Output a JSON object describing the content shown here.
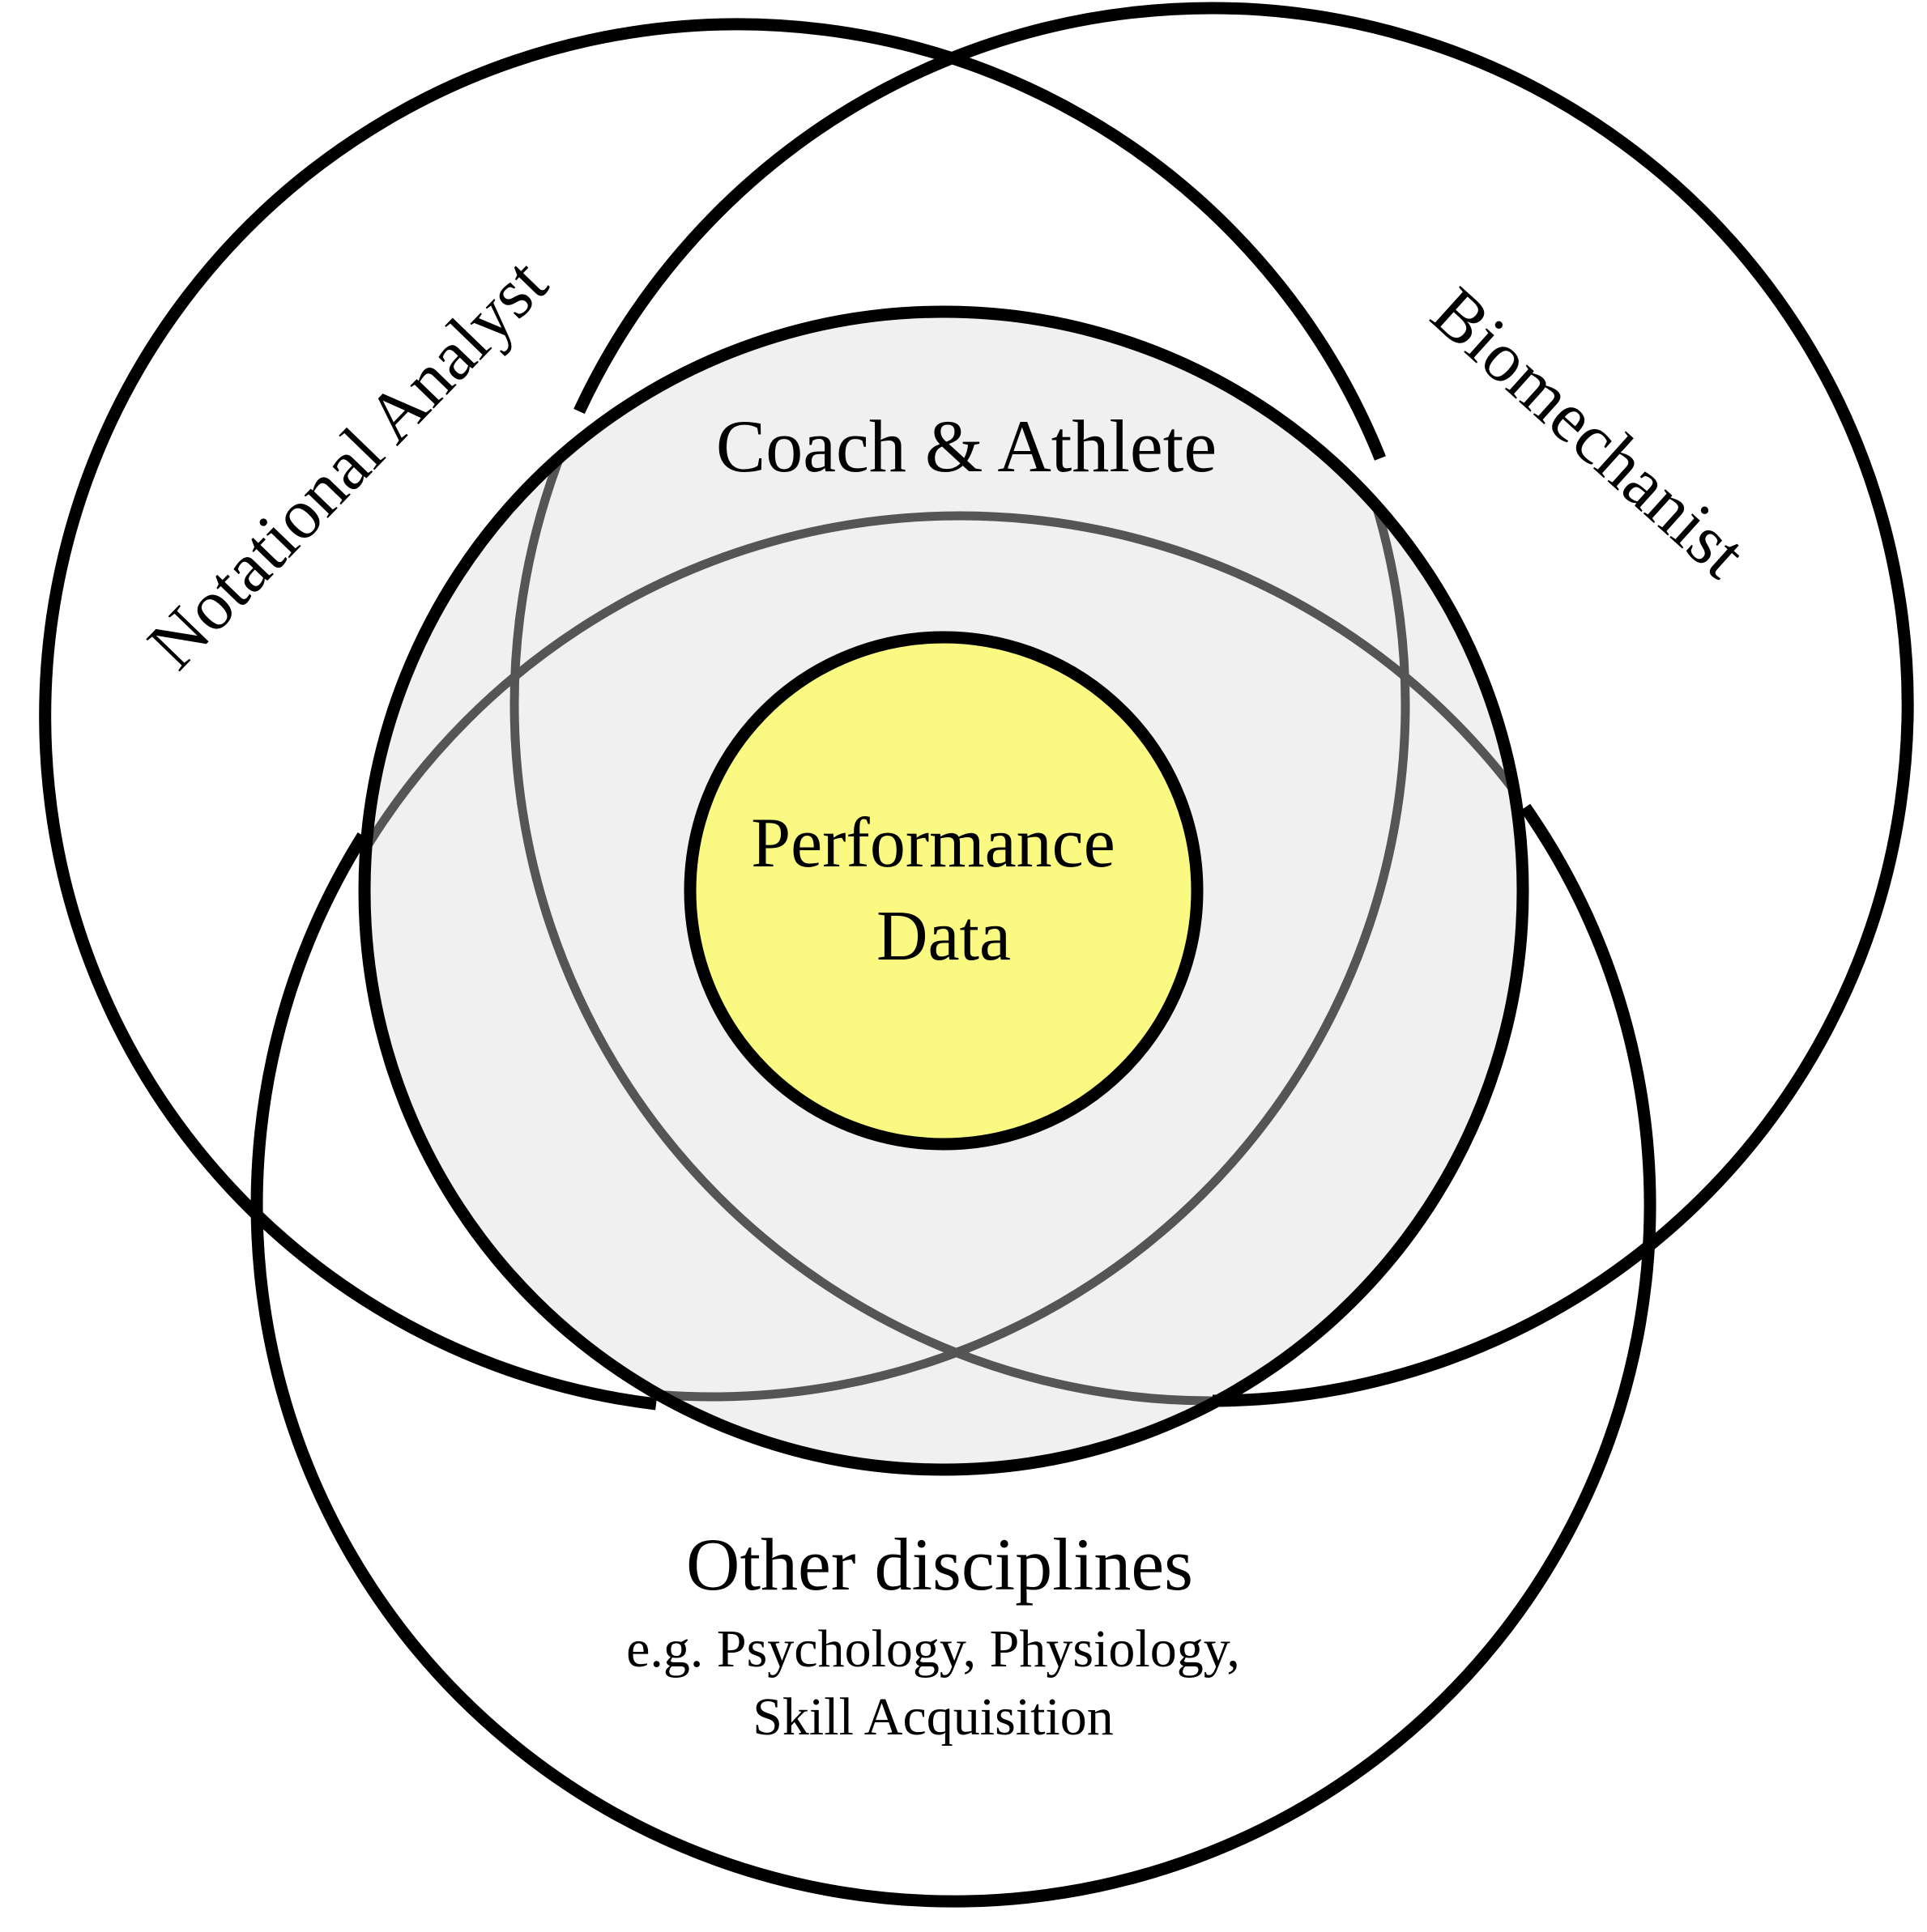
{
  "colors": {
    "background": "#ffffff",
    "outline": "#000000",
    "inner_overlap_outline": "#555555",
    "coach_athlete_fill": "#f0f0f0",
    "performance_data_fill": "#fafa82"
  },
  "labels": {
    "notational_analyst": "Notational Analyst",
    "biomechanist": "Biomechanist",
    "coach_athlete": "Coach & Athlete",
    "performance_data_line1": "Performance",
    "performance_data_line2": "Data",
    "other_disciplines": "Other disciplines",
    "other_examples_line1": "e.g. Psychology, Physiology,",
    "other_examples_line2": "Skill Acquisition"
  }
}
